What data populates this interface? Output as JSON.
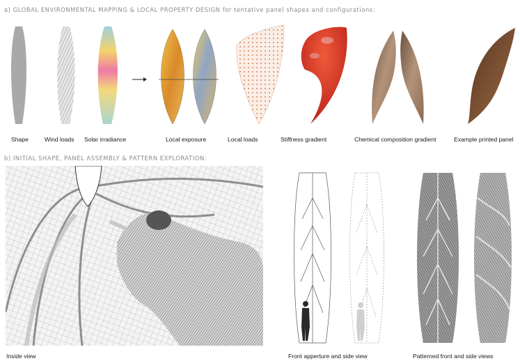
{
  "section_a": {
    "title_caps": "a) GLOBAL ENVIRONMENTAL MAPPING & LOCAL PROPERTY DESIGN",
    "title_rest": " for tentative panel shapes and configurations:",
    "labels": {
      "shape": "Shape",
      "wind_loads": "Wind loads",
      "solar_irradiance": "Solar irradiance",
      "local_exposure": "Local exposure",
      "local_loads": "Local loads",
      "stiffness_gradient": "Stiffness gradient",
      "chemical_gradient": "Chemical composition gradient",
      "example_printed_panel": "Example printed panel"
    }
  },
  "section_b": {
    "title": "b) INITIAL SHAPE, PANEL ASSEMBLY & PATTERN EXPLORATION:",
    "labels": {
      "inside_view": "Inside view",
      "front_aperture": "Front apperture and side view",
      "patterned_views": "Patterned front and side views"
    }
  },
  "colors": {
    "shape_gray": "#a9a9a9",
    "stiffness_red": "#c8281e",
    "chemical_brown": "#9a7a5e",
    "printed_brown": "#7a5033"
  }
}
